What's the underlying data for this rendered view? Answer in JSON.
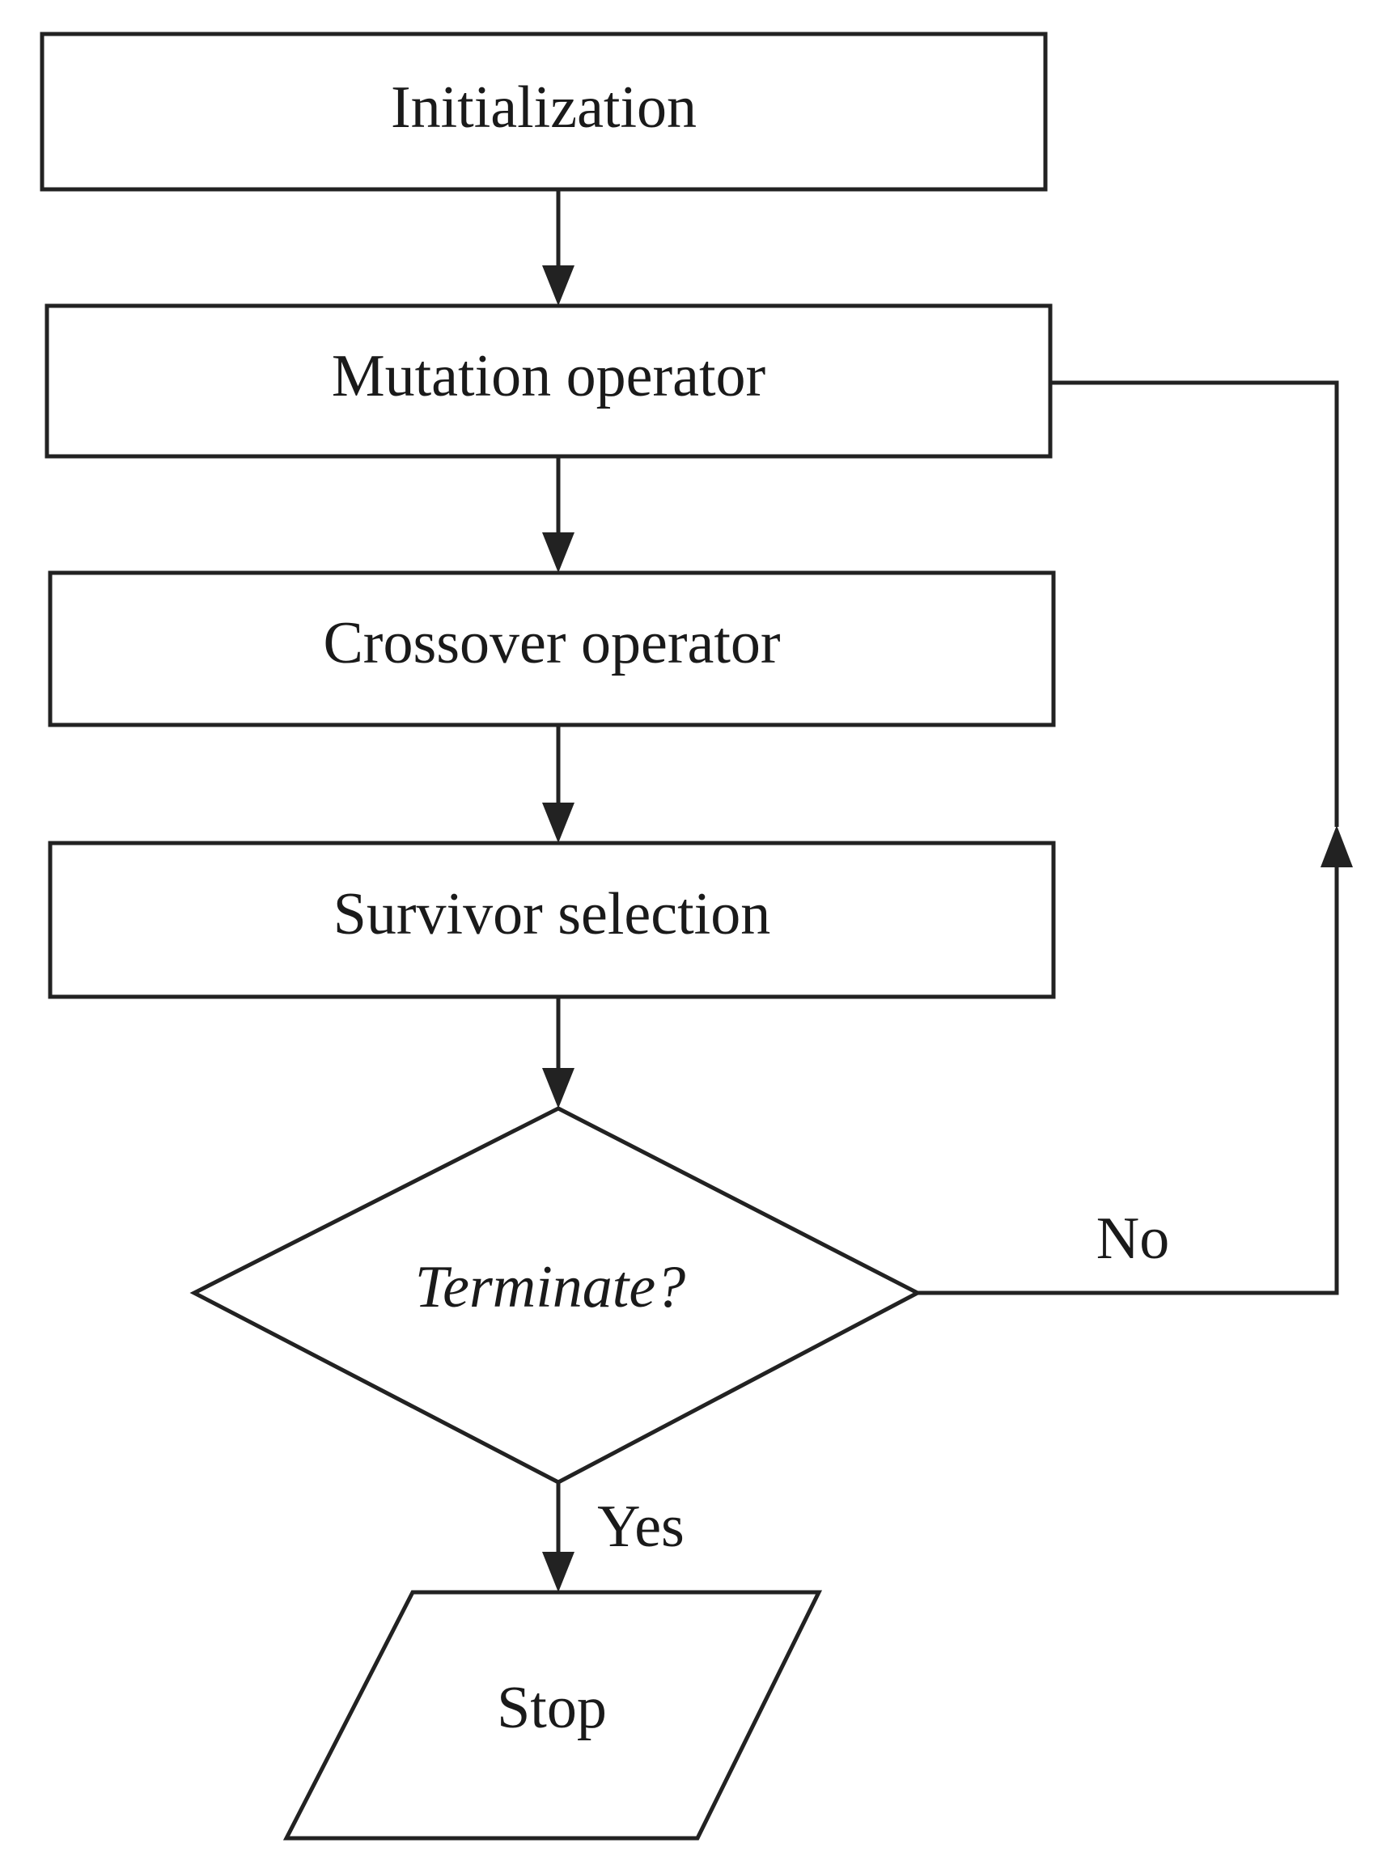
{
  "nodes": {
    "initialization": "Initialization",
    "mutation": "Mutation operator",
    "crossover": "Crossover operator",
    "survivor": "Survivor selection",
    "decision": "Terminate?",
    "stop": "Stop"
  },
  "edges": {
    "yes_label": "Yes",
    "no_label": "No"
  },
  "colors": {
    "stroke": "#222222",
    "text": "#1a1a1a",
    "background": "#ffffff"
  }
}
